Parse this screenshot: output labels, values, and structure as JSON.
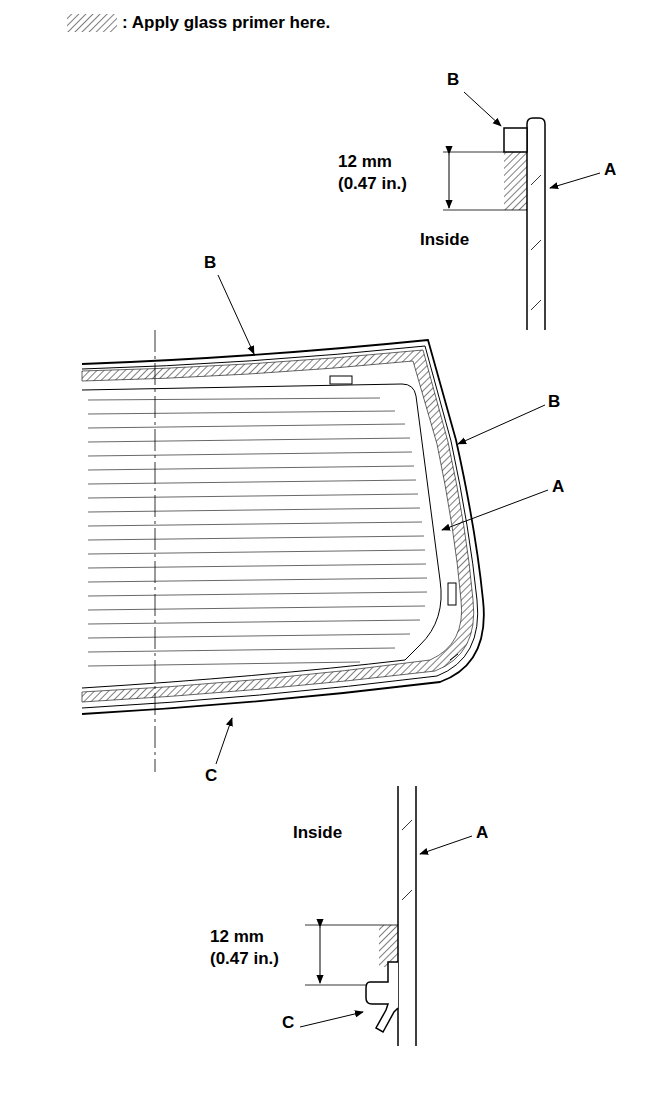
{
  "diagram": {
    "labels": [
      "B",
      "12 mm",
      "(0.47 in.)",
      "Inside",
      "A",
      "B",
      "B",
      "A",
      "C",
      "Inside",
      "A",
      "12 mm",
      "(0.47 in.)",
      "C"
    ],
    "legend": [
      {
        "text": ": Apply glass primer here."
      }
    ]
  }
}
